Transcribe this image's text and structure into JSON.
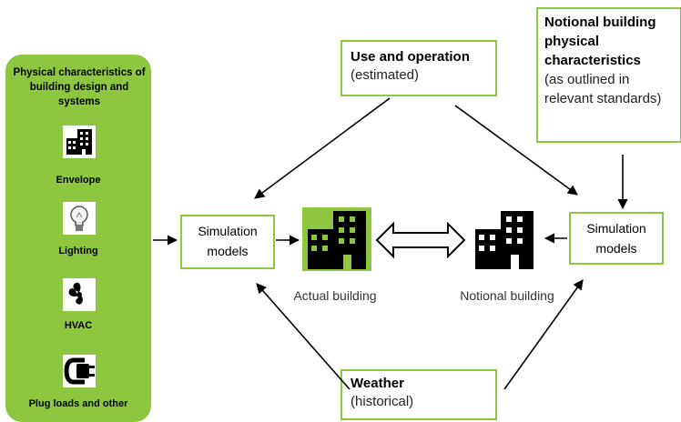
{
  "panel": {
    "title": "Physical characteristics of building design and systems",
    "items": [
      {
        "label": "Envelope",
        "icon": "building-icon"
      },
      {
        "label": "Lighting",
        "icon": "light-bulb-icon"
      },
      {
        "label": "HVAC",
        "icon": "fan-icon"
      },
      {
        "label": "Plug loads and other",
        "icon": "plug-icon"
      }
    ]
  },
  "use_box": {
    "title": "Use and operation",
    "subtitle": "(estimated)"
  },
  "notional_box": {
    "title": "Notional building physical characteristics",
    "subtitle": "(as outlined in relevant standards)"
  },
  "sim_left": "Simulation models",
  "sim_right": "Simulation models",
  "actual_building": "Actual building",
  "notional_building": "Notional building",
  "weather_box": {
    "title": "Weather",
    "subtitle": "(historical)"
  },
  "colors": {
    "accent_green": "#8dc63f",
    "building_green": "#8dc63f",
    "black": "#000000"
  }
}
